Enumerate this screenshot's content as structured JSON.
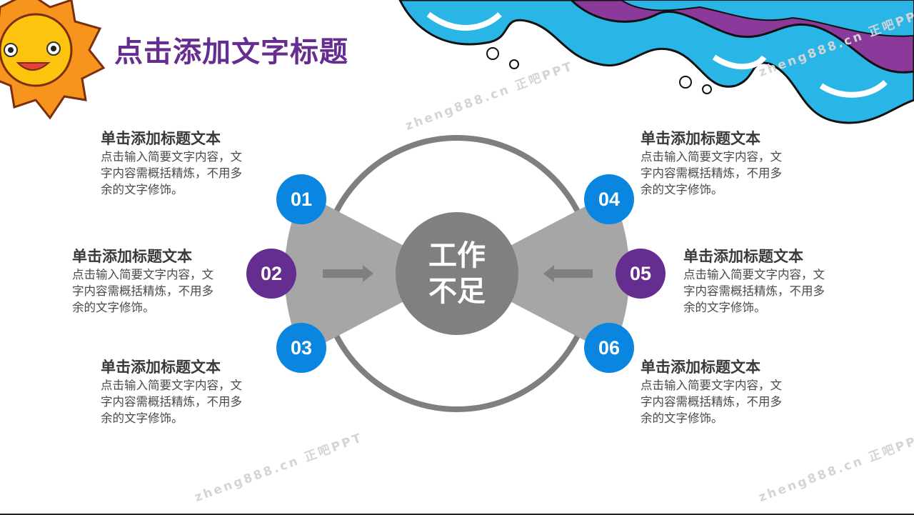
{
  "title": "点击添加文字标题",
  "center_label": [
    "工作",
    "不足"
  ],
  "watermark": "zheng888.cn 正吧PPT",
  "colors": {
    "blue": "#0a86e0",
    "purple": "#662d91",
    "gray_dark": "#808080",
    "gray_light": "#a6a6a6"
  },
  "items": [
    {
      "num": "01",
      "title": "单击添加标题文本",
      "lines": [
        "点击输入简要文字内容，文",
        "字内容需概括精炼，不用多",
        "余的文字修饰。"
      ]
    },
    {
      "num": "02",
      "title": "单击添加标题文本",
      "lines": [
        "点击输入简要文字内容，文",
        "字内容需概括精炼，不用多",
        "余的文字修饰。"
      ]
    },
    {
      "num": "03",
      "title": "单击添加标题文本",
      "lines": [
        "点击输入简要文字内容，文",
        "字内容需概括精炼，不用多",
        "余的文字修饰。"
      ]
    },
    {
      "num": "04",
      "title": "单击添加标题文本",
      "lines": [
        "点击输入简要文字内容，文",
        "字内容需概括精炼，不用多",
        "余的文字修饰。"
      ]
    },
    {
      "num": "05",
      "title": "单击添加标题文本",
      "lines": [
        "点击输入简要文字内容，文",
        "字内容需概括精炼，不用多",
        "余的文字修饰。"
      ]
    },
    {
      "num": "06",
      "title": "单击添加标题文本",
      "lines": [
        "点击输入简要文字内容，文",
        "字内容需概括精炼，不用多",
        "余的文字修饰。"
      ]
    }
  ]
}
